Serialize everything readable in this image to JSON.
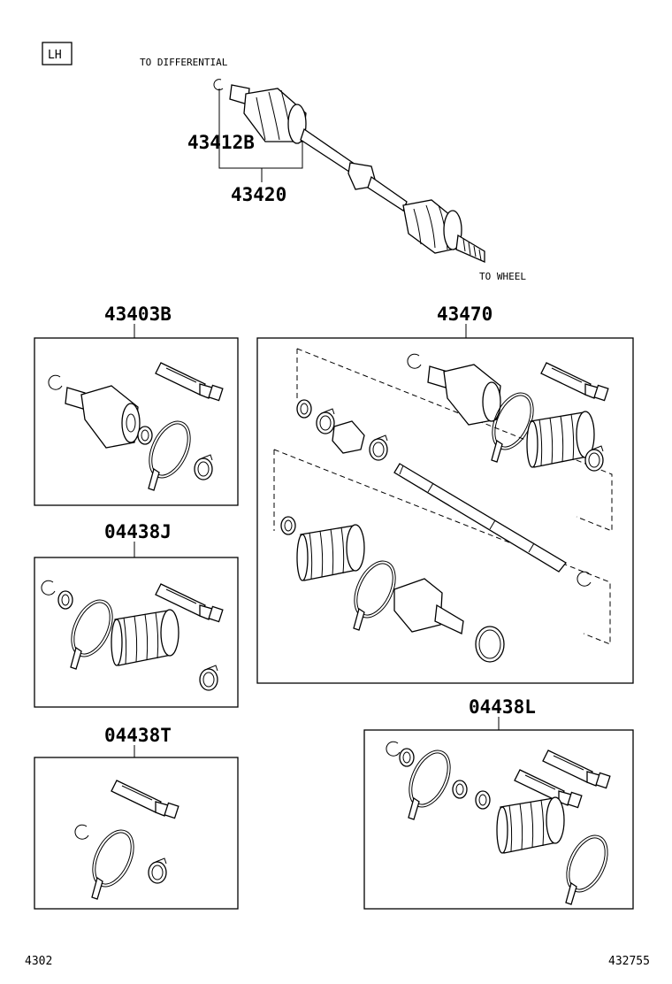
{
  "tag": "LH",
  "top": {
    "to_differential": "TO DIFFERENTIAL",
    "to_wheel": "TO WHEEL",
    "part_43412b": "43412B",
    "part_43420": "43420"
  },
  "kits": {
    "k43403b": "43403B",
    "k43470": "43470",
    "k04438j": "04438J",
    "k04438t": "04438T",
    "k04438l": "04438L"
  },
  "footer": {
    "left": "4302",
    "right": "432755"
  }
}
